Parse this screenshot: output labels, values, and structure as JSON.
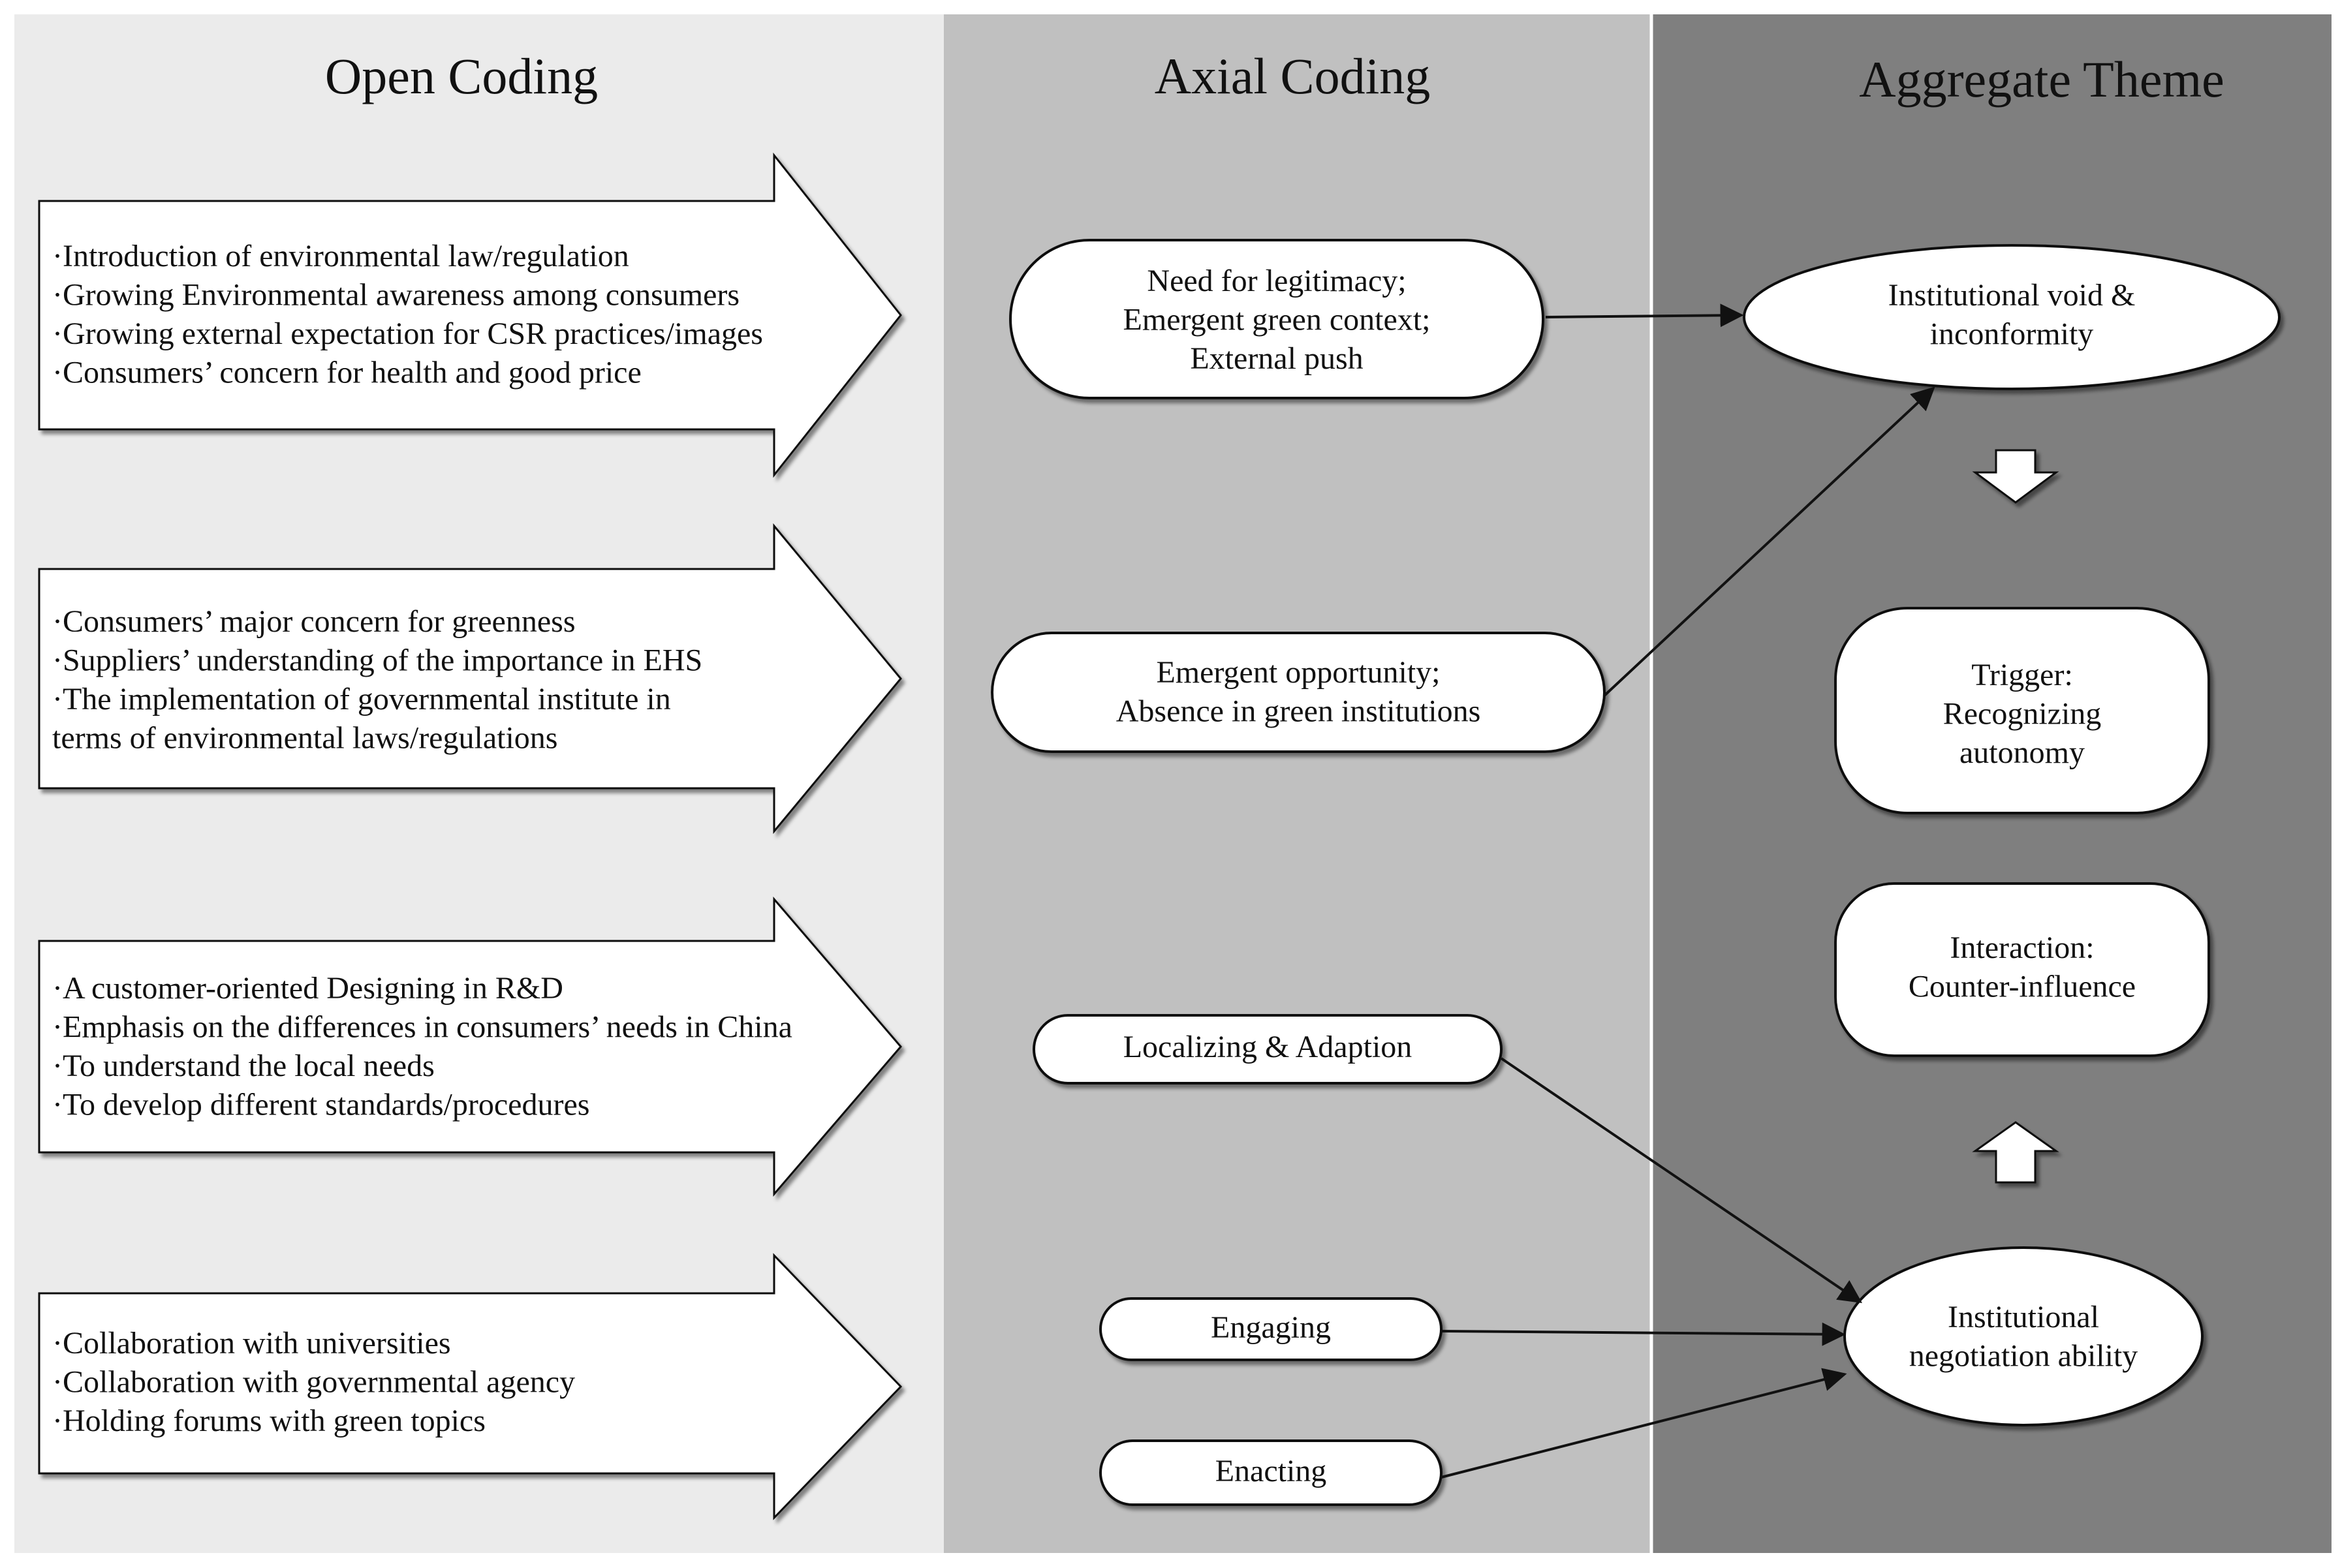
{
  "columns": {
    "open_coding": "Open Coding",
    "axial_coding": "Axial Coding",
    "aggregate_theme": "Aggregate Theme"
  },
  "open_coding_groups": [
    {
      "lines": [
        "·Introduction of environmental law/regulation",
        "·Growing Environmental awareness among consumers",
        "·Growing external expectation for CSR practices/images",
        "·Consumers’ concern for health and good price"
      ]
    },
    {
      "lines": [
        "·Consumers’ major concern for greenness",
        "·Suppliers’ understanding of the importance in EHS",
        "·The implementation of governmental institute in",
        " terms of environmental laws/regulations"
      ]
    },
    {
      "lines": [
        "·A customer-oriented Designing in R&D",
        "·Emphasis on the differences in consumers’ needs in China",
        "·To understand the local needs",
        "·To develop different standards/procedures"
      ]
    },
    {
      "lines": [
        "·Collaboration with universities",
        "·Collaboration with governmental agency",
        "·Holding forums with green topics"
      ]
    }
  ],
  "axial_nodes": [
    {
      "lines": [
        "Need for legitimacy;",
        "Emergent green context;",
        "External push"
      ]
    },
    {
      "lines": [
        "Emergent opportunity;",
        "Absence in green institutions"
      ]
    },
    {
      "lines": [
        "Localizing & Adaption"
      ]
    },
    {
      "lines": [
        "Engaging"
      ]
    },
    {
      "lines": [
        "Enacting"
      ]
    }
  ],
  "aggregate_nodes": [
    {
      "lines": [
        "Institutional void &",
        "inconformity"
      ]
    },
    {
      "lines": [
        "Trigger:",
        "Recognizing",
        "autonomy"
      ]
    },
    {
      "lines": [
        "Interaction:",
        "Counter-influence"
      ]
    },
    {
      "lines": [
        "Institutional",
        "negotiation ability"
      ]
    }
  ],
  "colors": {
    "open_bg": "#ebebeb",
    "axial_bg": "#c0c0c0",
    "aggregate_bg": "#7f7f7f",
    "shape_fill": "#ffffff",
    "stroke": "#111111"
  }
}
